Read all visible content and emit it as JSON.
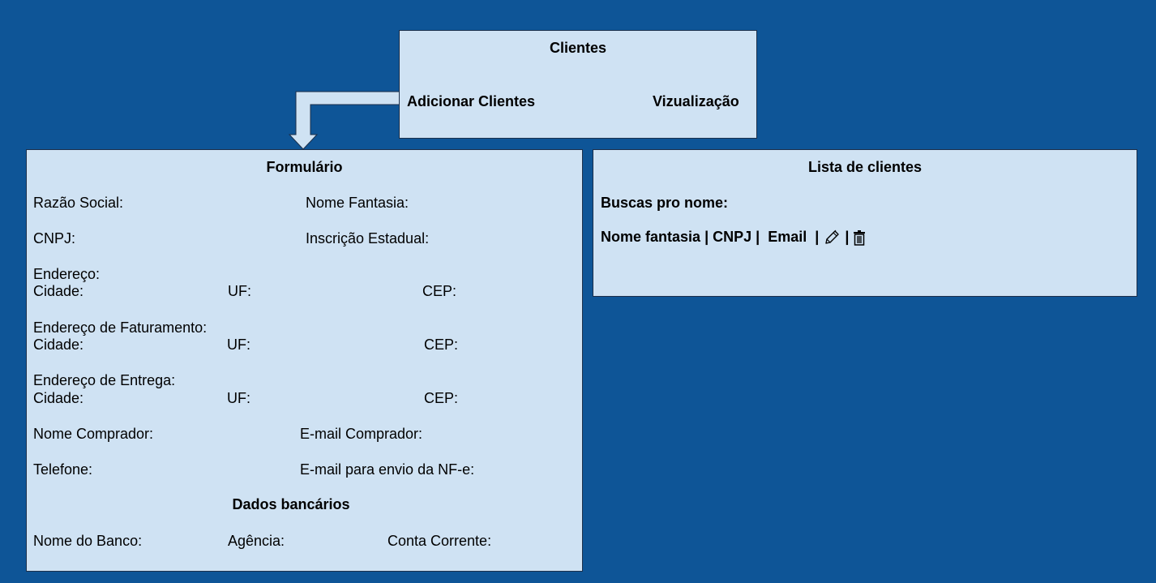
{
  "colors": {
    "background": "#0e5597",
    "panel": "#cfe2f3",
    "panel_border": "#1c2f4a",
    "text": "#000000"
  },
  "menu": {
    "title": "Clientes",
    "add_label": "Adicionar Clientes",
    "view_label": "Vizualização"
  },
  "form": {
    "title": "Formulário",
    "razao_social": "Razão Social:",
    "nome_fantasia": "Nome Fantasia:",
    "cnpj": "CNPJ:",
    "inscricao_estadual": "Inscrição Estadual:",
    "endereco": "Endereço:",
    "endereco_cidade": "Cidade:",
    "endereco_uf": "UF:",
    "endereco_cep": "CEP:",
    "faturamento": "Endereço de Faturamento:",
    "faturamento_cidade": "Cidade:",
    "faturamento_uf": "UF:",
    "faturamento_cep": "CEP:",
    "entrega": "Endereço de Entrega:",
    "entrega_cidade": "Cidade:",
    "entrega_uf": "UF:",
    "entrega_cep": "CEP:",
    "nome_comprador": "Nome Comprador:",
    "email_comprador": "E-mail Comprador:",
    "telefone": "Telefone:",
    "email_nfe": "E-mail para envio da NF-e:",
    "bank_title": "Dados bancários",
    "nome_banco": "Nome do Banco:",
    "agencia": "Agência:",
    "conta_corrente": "Conta Corrente:"
  },
  "list": {
    "title": "Lista de clientes",
    "search_label": "Buscas pro nome:",
    "col_nome": "Nome fantasia",
    "col_cnpj": "CNPJ",
    "col_email": "Email",
    "separator": "|",
    "edit_icon": "pencil-icon",
    "delete_icon": "trash-icon"
  }
}
